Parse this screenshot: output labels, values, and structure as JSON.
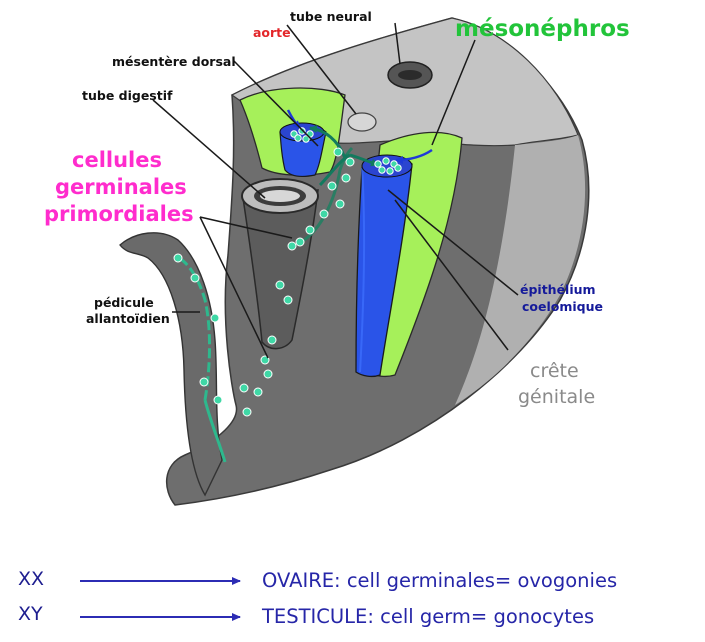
{
  "labels": {
    "tube_neural": "tube neural",
    "aorte": "aorte",
    "mesentere_dorsal": "mésentère dorsal",
    "tube_digestif": "tube digestif",
    "mesonephros": "mésonéphros",
    "cellules_germinales": [
      "cellules",
      "germinales",
      "primordiales"
    ],
    "pedicule_allantoidien": [
      "pédicule",
      "allantoïdien"
    ],
    "epithelium_coelomique": [
      "épithélium",
      "coelomique"
    ],
    "crete_genitale": [
      "crête",
      "génitale"
    ]
  },
  "legend": [
    {
      "key": "XX",
      "text": "OVAIRE: cell germinales= ovogonies"
    },
    {
      "key": "XY",
      "text": "TESTICULE: cell germ= gonocytes"
    }
  ],
  "colors": {
    "embryo_dark": "#6e6e6e",
    "embryo_light": "#c4c4c4",
    "mesonephros": "#a6f05a",
    "crete": "#2a54e8",
    "germ_cell": "#3fd8a6",
    "legend_arrow": "#2c2cb4"
  }
}
